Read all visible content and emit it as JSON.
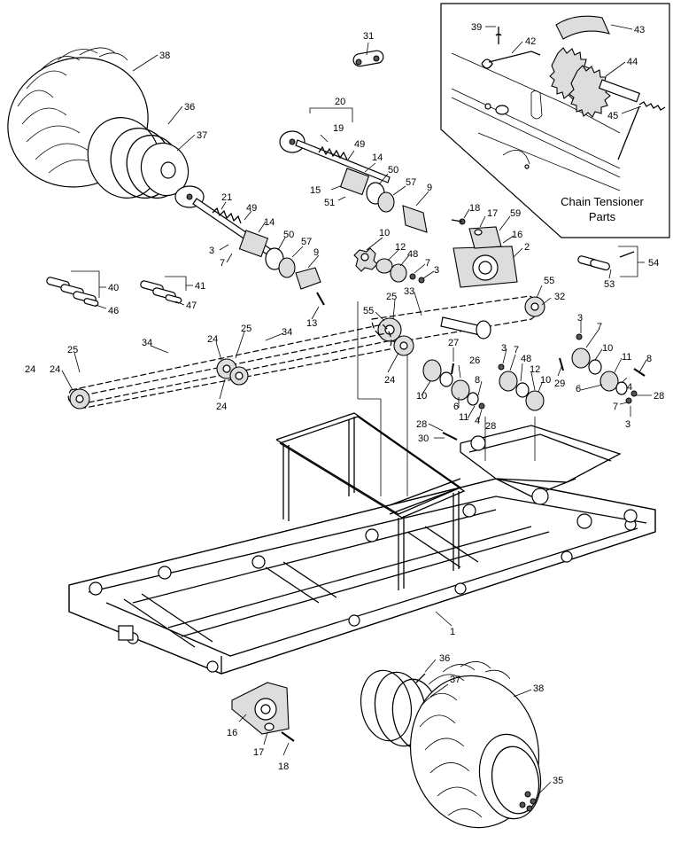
{
  "inset": {
    "caption_line1": "Chain Tensioner",
    "caption_line2": "Parts",
    "labels": [
      "39",
      "42",
      "43",
      "44",
      "45"
    ]
  },
  "callouts": [
    "38",
    "36",
    "37",
    "31",
    "20",
    "19",
    "49",
    "14",
    "15",
    "51",
    "50",
    "57",
    "9",
    "21",
    "49",
    "14",
    "3",
    "7",
    "50",
    "57",
    "9",
    "18",
    "17",
    "59",
    "16",
    "2",
    "10",
    "12",
    "48",
    "7",
    "3",
    "40",
    "46",
    "41",
    "47",
    "53",
    "54",
    "13",
    "55",
    "32",
    "33",
    "25",
    "55",
    "34",
    "34",
    "25",
    "24",
    "24",
    "24",
    "24",
    "25",
    "24",
    "27",
    "26",
    "3",
    "7",
    "48",
    "12",
    "10",
    "29",
    "3",
    "7",
    "10",
    "11",
    "8",
    "6",
    "4",
    "28",
    "7",
    "3",
    "10",
    "6",
    "11",
    "8",
    "4",
    "28",
    "28",
    "30",
    "1",
    "36",
    "37",
    "38",
    "16",
    "17",
    "18",
    "35"
  ]
}
